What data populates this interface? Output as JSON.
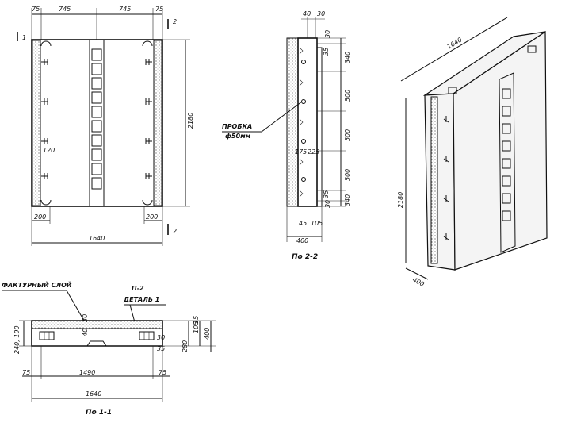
{
  "front_view": {
    "top_dims": [
      "75",
      "745",
      "745",
      "75"
    ],
    "height_dim": "2180",
    "width_dim": "1640",
    "bottom_left_dim": "200",
    "bottom_right_dim": "200",
    "inner_dim": "120",
    "section_mark_top_left": "1",
    "section_mark_top_right": "2",
    "section_mark_bottom": "2"
  },
  "side_section": {
    "top_dims": [
      "40",
      "30"
    ],
    "small_dims": [
      "30",
      "35",
      "35",
      "30"
    ],
    "pitch_dims": [
      "340",
      "500",
      "500",
      "500",
      "340"
    ],
    "side_dims": [
      "175",
      "225"
    ],
    "bottom_dims": [
      "45",
      "105"
    ],
    "width_dim": "400",
    "plug_label": "ПРОБКА",
    "plug_size": "ф50мм",
    "title": "По 2-2"
  },
  "iso_view": {
    "length_dim": "1640",
    "height_dim": "2180",
    "depth_dim": "400"
  },
  "plan_section": {
    "facing_label": "ФАКТУРНЫЙ СЛОЙ",
    "part_label": "П-2",
    "detail_label": "ДЕТАЛЬ 1",
    "left_height_dim": "240, 190",
    "mid_dims": [
      "40",
      "30"
    ],
    "right_dims": [
      "30",
      "35",
      "280",
      "105",
      "15",
      "400"
    ],
    "inner_width_dim": "1490",
    "edge_dims": [
      "75",
      "75"
    ],
    "width_dim": "1640",
    "title": "По 1-1"
  }
}
